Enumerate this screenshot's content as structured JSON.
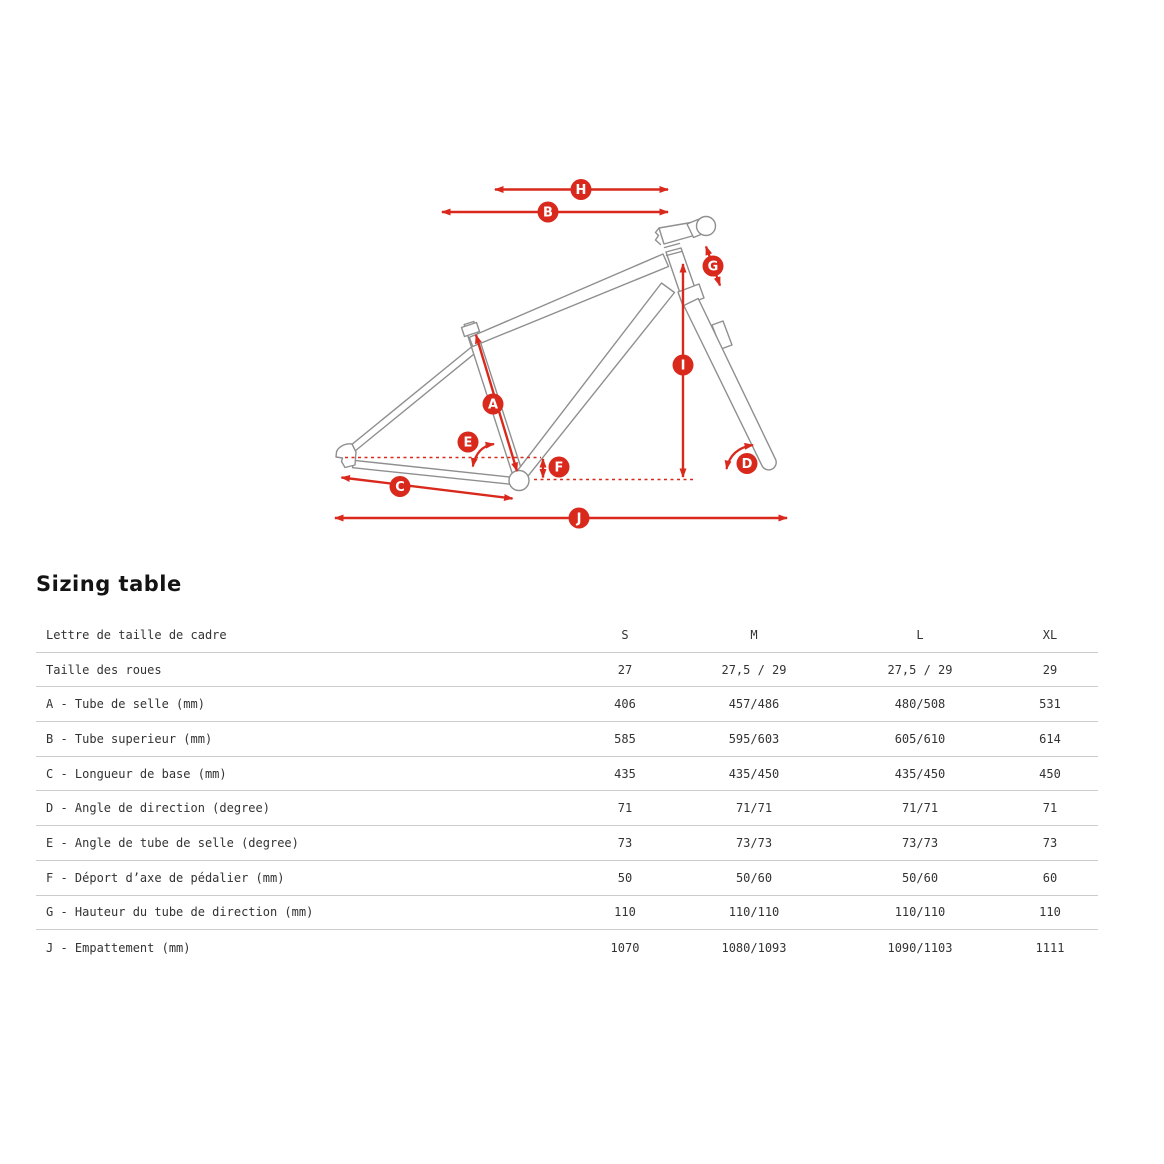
{
  "colors": {
    "accent_red": "#d9291d",
    "frame_gray": "#8f8f8f",
    "table_rule": "#cccccc",
    "text": "#333333",
    "heading": "#141414",
    "background": "#ffffff"
  },
  "diagram": {
    "description": "bike-frame-geometry-diagram",
    "labels": {
      "a": "A",
      "b": "B",
      "c": "C",
      "d": "D",
      "e": "E",
      "f": "F",
      "g": "G",
      "h": "H",
      "i": "I",
      "j": "J"
    }
  },
  "sizing": {
    "heading": "Sizing table",
    "rows": [
      {
        "label": "Lettre de taille de cadre",
        "s": "S",
        "m": "M",
        "l": "L",
        "xl": "XL"
      },
      {
        "label": "Taille des roues",
        "s": "27",
        "m": "27,5 / 29",
        "l": "27,5 / 29",
        "xl": "29"
      },
      {
        "label": "A - Tube de selle (mm)",
        "s": "406",
        "m": "457/486",
        "l": "480/508",
        "xl": "531"
      },
      {
        "label": "B - Tube superieur (mm)",
        "s": "585",
        "m": "595/603",
        "l": "605/610",
        "xl": "614"
      },
      {
        "label": "C - Longueur de base (mm)",
        "s": "435",
        "m": "435/450",
        "l": "435/450",
        "xl": "450"
      },
      {
        "label": "D - Angle de direction (degree)",
        "s": "71",
        "m": "71/71",
        "l": "71/71",
        "xl": "71"
      },
      {
        "label": "E - Angle de tube de selle (degree)",
        "s": "73",
        "m": "73/73",
        "l": "73/73",
        "xl": "73"
      },
      {
        "label": "F - Déport d’axe de pédalier (mm)",
        "s": "50",
        "m": "50/60",
        "l": "50/60",
        "xl": "60"
      },
      {
        "label": "G - Hauteur du tube de direction (mm)",
        "s": "110",
        "m": "110/110",
        "l": "110/110",
        "xl": "110"
      },
      {
        "label": "J - Empattement (mm)",
        "s": "1070",
        "m": "1080/1093",
        "l": "1090/1103",
        "xl": "1111"
      }
    ]
  }
}
